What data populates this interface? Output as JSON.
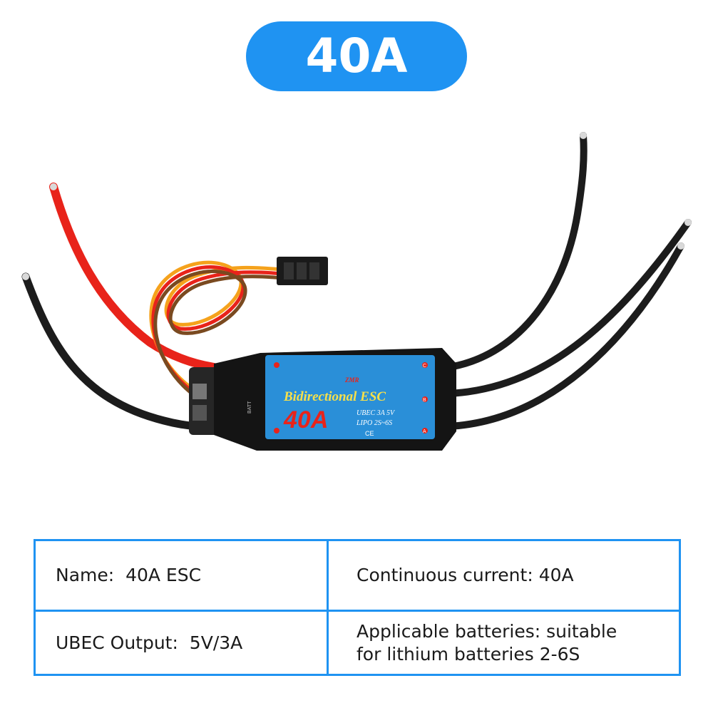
{
  "badge": {
    "text": "40A"
  },
  "product_photo": {
    "description_hidden": "",
    "label_brand": "ZMR",
    "label_title": "Bidirectional ESC",
    "label_rating": "40A",
    "label_spec1": "UBEC 3A 5V",
    "label_spec2": "LIPO 2S~6S",
    "label_ce": "CE",
    "label_batt": "BATT",
    "pad_c": "C",
    "pad_b": "B",
    "pad_a": "A",
    "colors": {
      "body": "#1a1a1a",
      "label": "#2a8fd8",
      "red_wire": "#e8231a",
      "black_wire": "#1c1c1c",
      "signal_orange": "#f5a21c"
    }
  },
  "specs": {
    "name": "Name:  40A ESC",
    "continuous_current": "Continuous current: 40A",
    "ubec_output": "UBEC Output:  5V/3A",
    "batteries_line1": "Applicable batteries: suitable",
    "batteries_line2": "for lithium batteries 2-6S"
  }
}
